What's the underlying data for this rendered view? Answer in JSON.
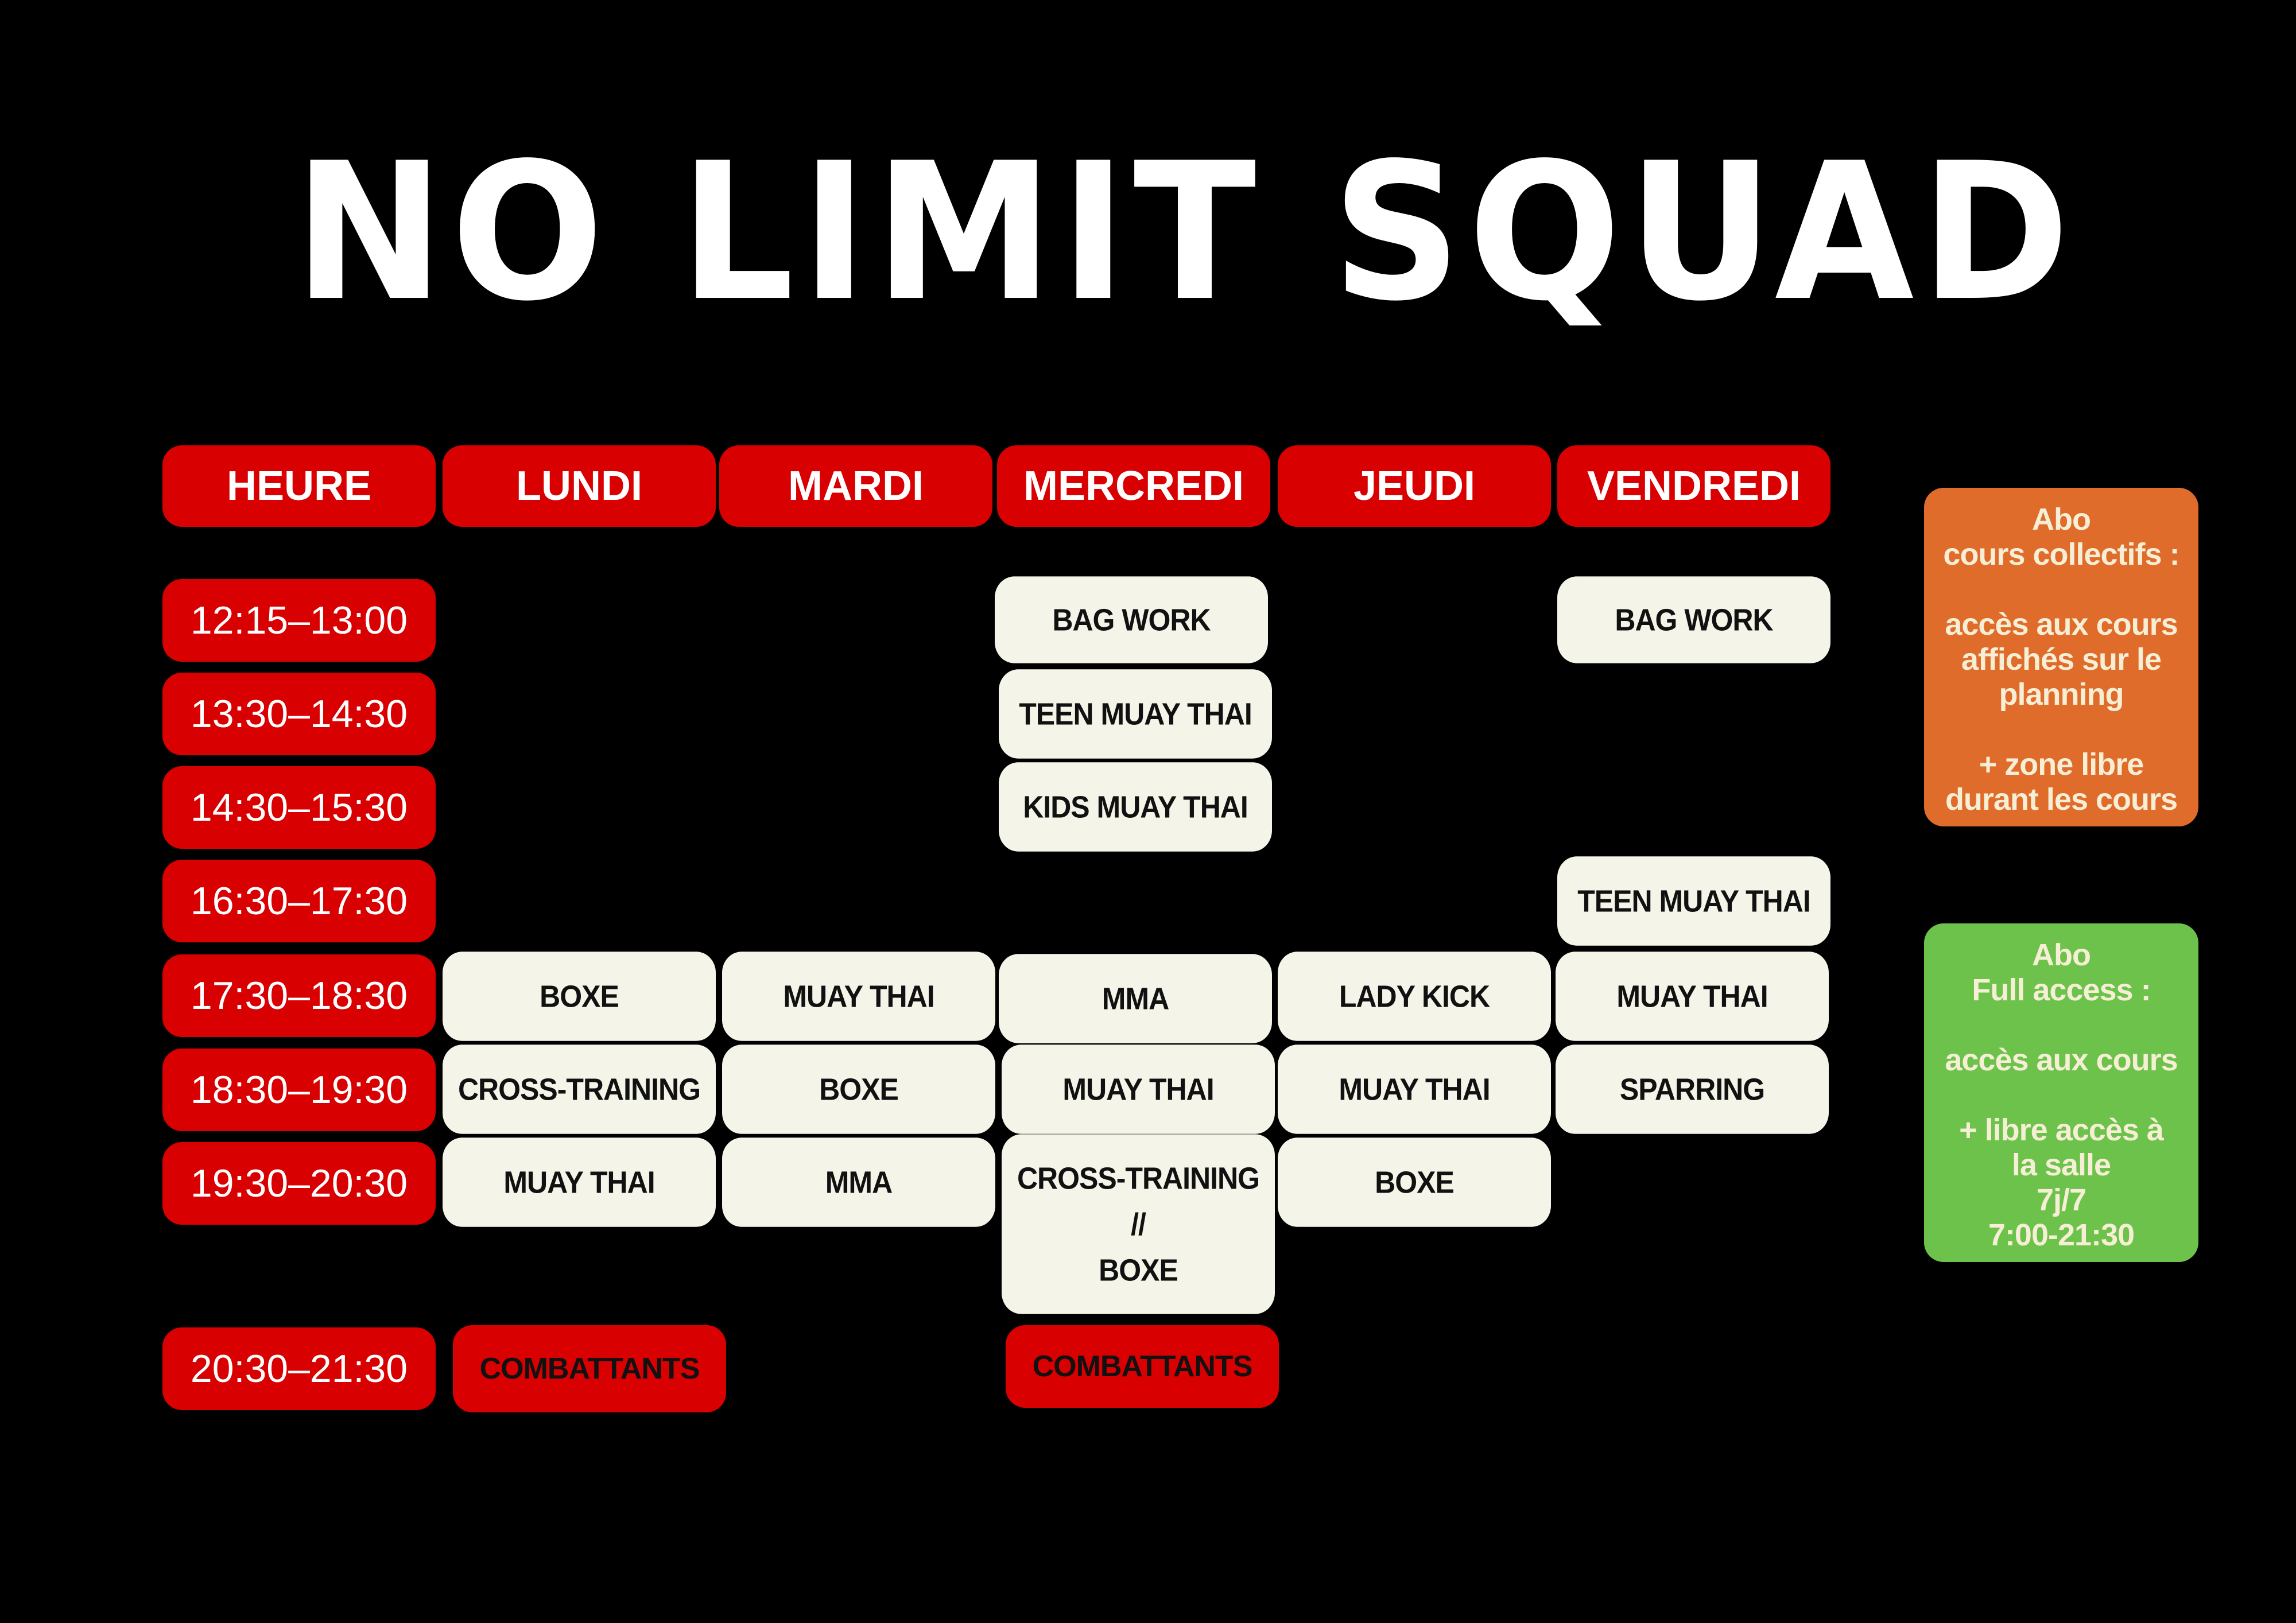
{
  "title": "NO LIMIT SQUAD",
  "colors": {
    "background": "#000000",
    "red": "#d80000",
    "card": "#f4f4e8",
    "orange": "#e06c2c",
    "green": "#6cc24a"
  },
  "headers": [
    "HEURE",
    "LUNDI",
    "MARDI",
    "MERCREDI",
    "JEUDI",
    "VENDREDI"
  ],
  "times": [
    "12:15–13:00",
    "13:30–14:30",
    "14:30–15:30",
    "16:30–17:30",
    "17:30–18:30",
    "18:30–19:30",
    "19:30–20:30",
    "20:30–21:30"
  ],
  "schedule": {
    "mercredi_1215": "BAG WORK",
    "vendredi_1215": "BAG WORK",
    "mercredi_1330": "TEEN MUAY THAI",
    "mercredi_1430": "KIDS MUAY THAI",
    "vendredi_1630": "TEEN MUAY THAI",
    "lundi_1730": "BOXE",
    "mardi_1730": "MUAY THAI",
    "mercredi_1730": "MMA",
    "jeudi_1730": "LADY KICK",
    "vendredi_1730": "MUAY THAI",
    "lundi_1830": "CROSS-TRAINING",
    "mardi_1830": "BOXE",
    "mercredi_1830": "MUAY THAI",
    "jeudi_1830": "MUAY THAI",
    "vendredi_1830": "SPARRING",
    "lundi_1930": "MUAY THAI",
    "mardi_1930": "MMA",
    "mercredi_1930_a": "CROSS-TRAINING",
    "mercredi_1930_b": "//",
    "mercredi_1930_c": "BOXE",
    "jeudi_1930": "BOXE",
    "lundi_2030": "COMBATTANTS",
    "mercredi_2030": "COMBATTANTS"
  },
  "abo_collectifs": [
    "Abo",
    "cours collectifs :",
    "",
    "accès aux cours",
    "affichés sur le",
    "planning",
    "",
    "+ zone libre",
    "durant les cours"
  ],
  "abo_full": [
    "Abo",
    "Full access :",
    "",
    "accès aux cours",
    "",
    "+ libre accès à",
    "la salle",
    "7j/7",
    "7:00-21:30"
  ]
}
